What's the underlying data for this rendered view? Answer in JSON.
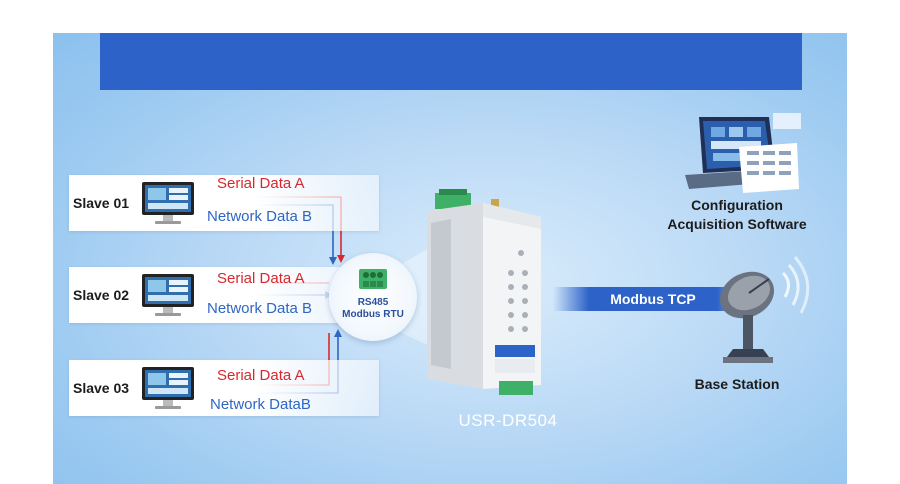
{
  "slaves": [
    {
      "label": "Slave 01",
      "serial": "Serial Data A",
      "network": "Network Data B"
    },
    {
      "label": "Slave 02",
      "serial": "Serial Data A",
      "network": "Network Data B"
    },
    {
      "label": "Slave 03",
      "serial": "Serial Data A",
      "network": "Network DataB"
    }
  ],
  "rs485": {
    "line1": "RS485",
    "line2": "Modbus RTU"
  },
  "device": {
    "name": "USR-DR504"
  },
  "link": {
    "label": "Modbus TCP"
  },
  "software": {
    "line1": "Configuration",
    "line2": "Acquisition Software"
  },
  "station": {
    "label": "Base Station"
  },
  "colors": {
    "banner": "#2d63c8",
    "serial_arrow": "#d8282f",
    "network_arrow": "#2f66c4",
    "device_accent": "#3fb067"
  },
  "icons": [
    "monitor-icon",
    "terminal-block-icon",
    "din-rail-device-icon",
    "laptop-dashboard-icon",
    "satellite-dish-icon",
    "wifi-signal-icon"
  ]
}
